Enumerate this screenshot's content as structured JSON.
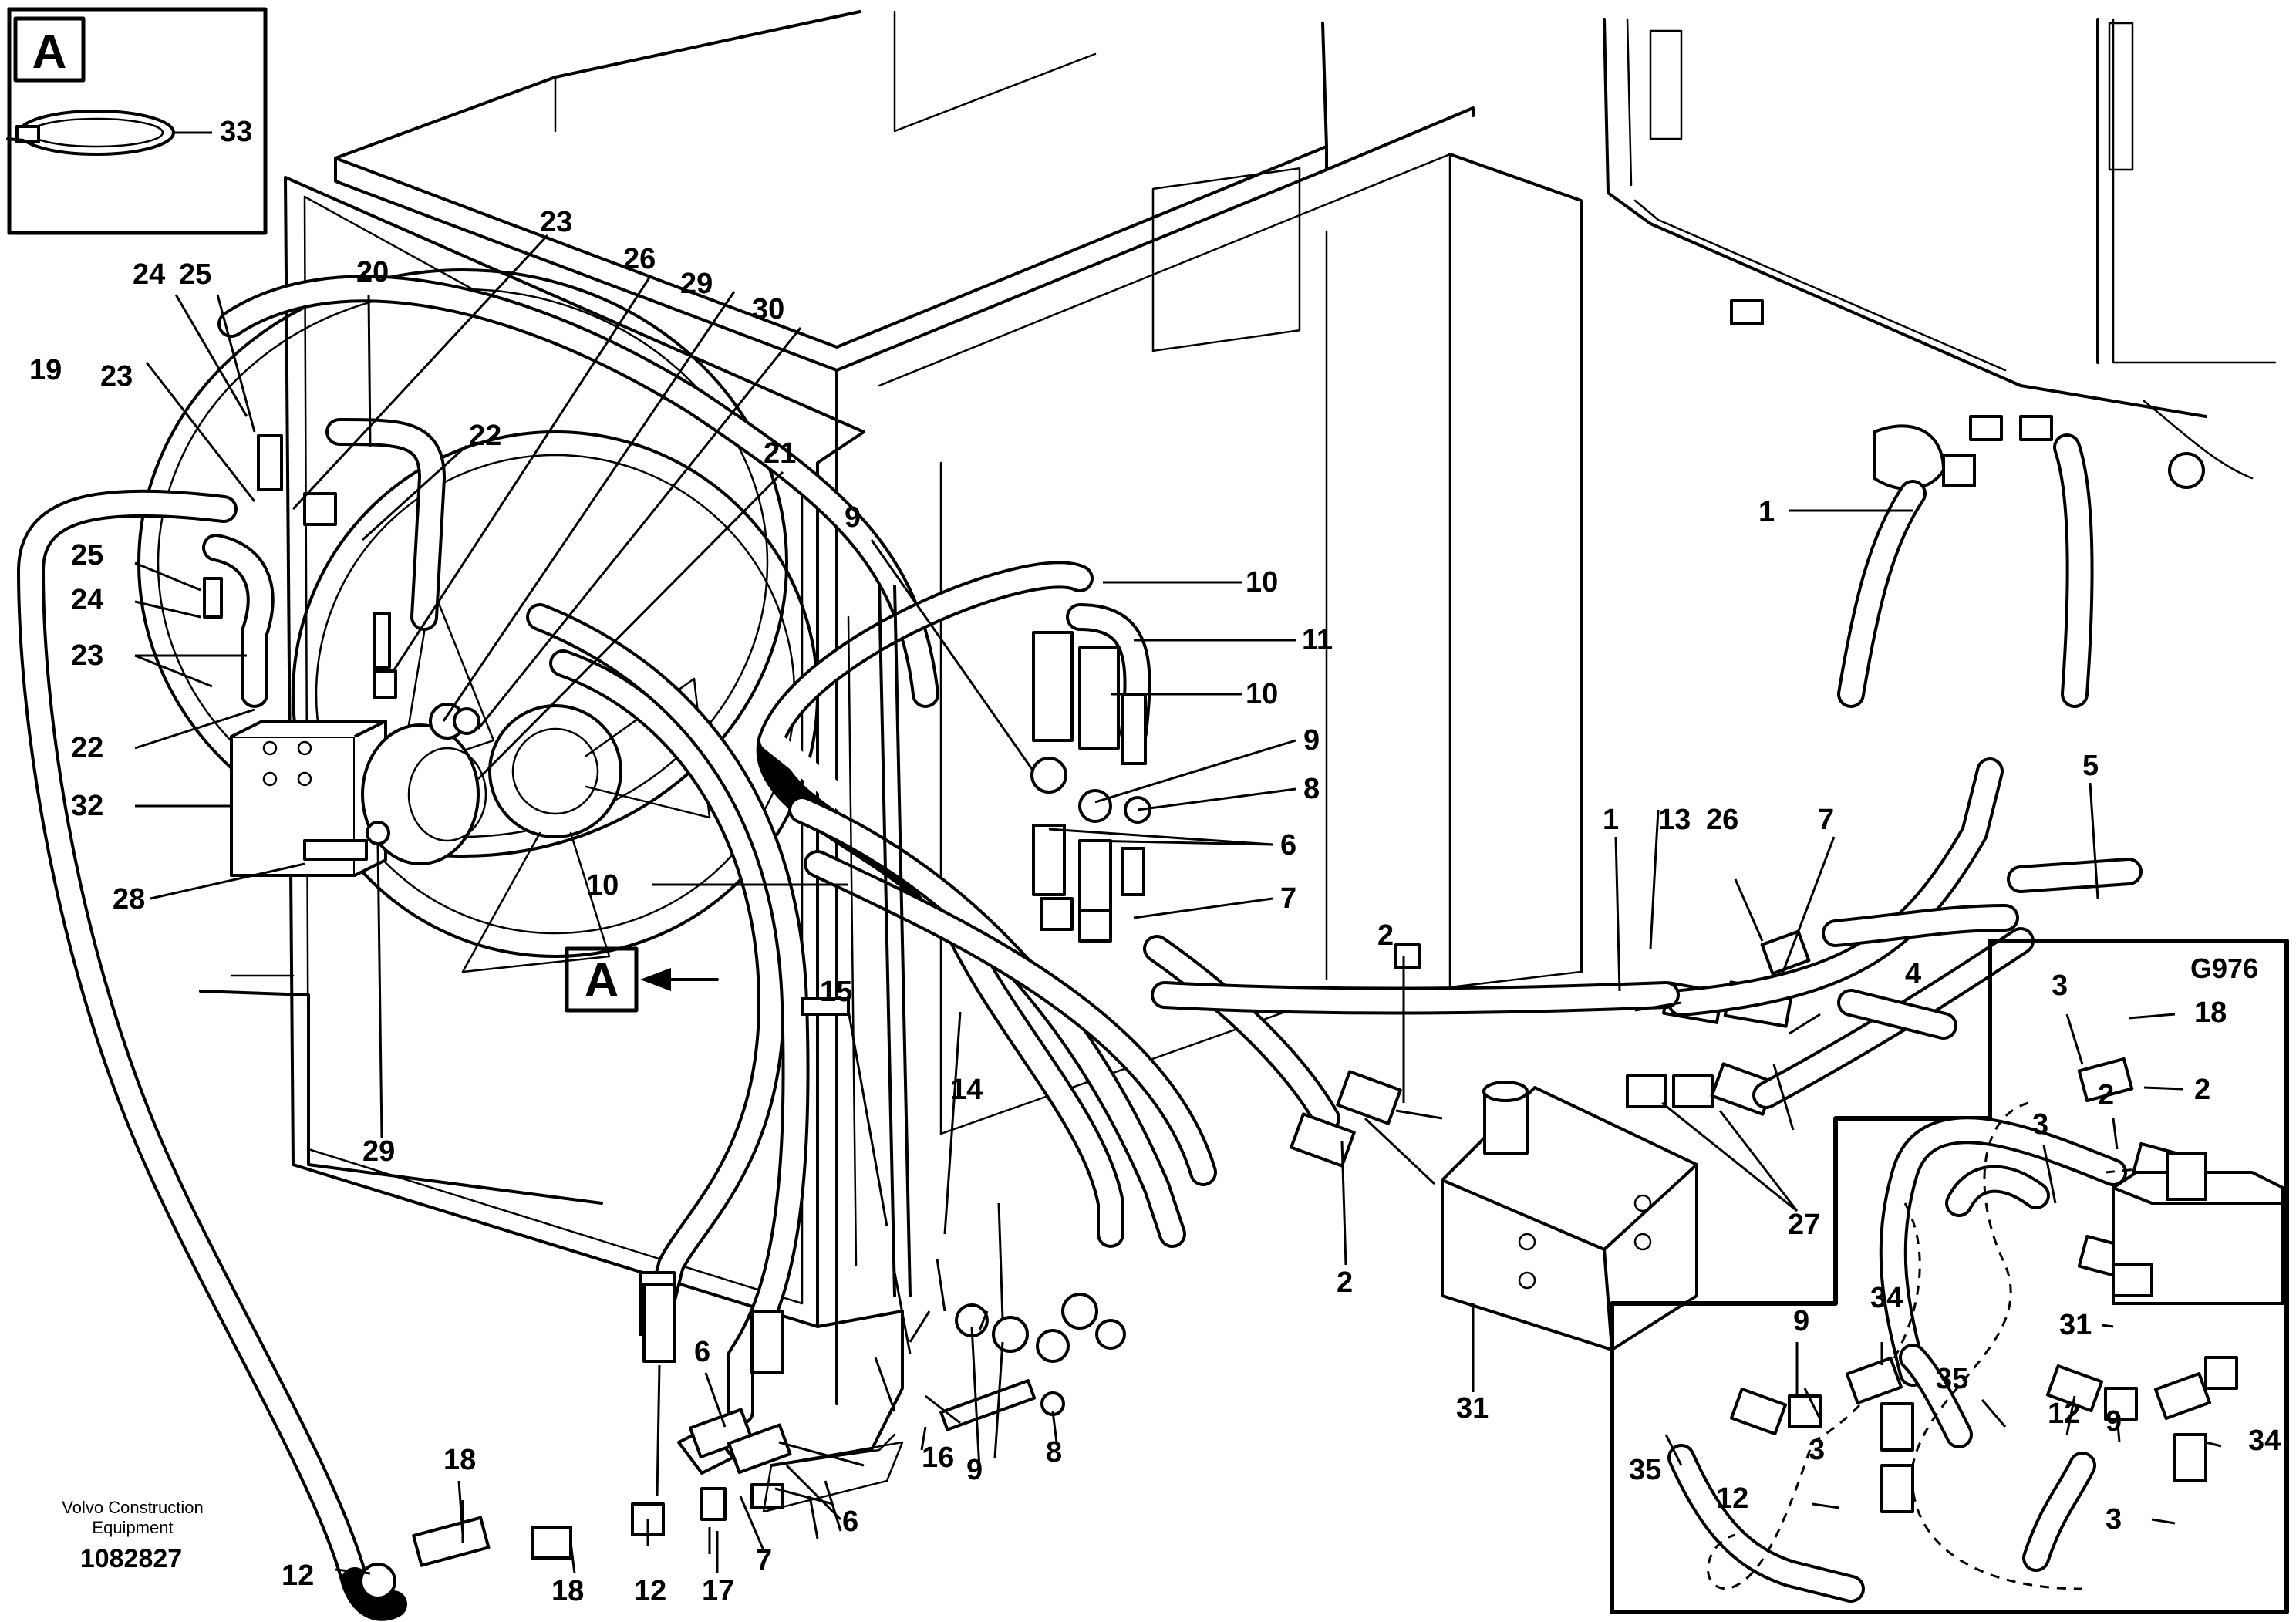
{
  "publisher": {
    "line1": "Volvo Construction",
    "line2": "Equipment",
    "doc_number": "1082827"
  },
  "detail_view": {
    "label": "A",
    "callout": "33"
  },
  "view_marker": "A",
  "inset": {
    "title": "G976",
    "callouts": [
      "3",
      "18",
      "2",
      "3",
      "2",
      "31",
      "35",
      "12",
      "9",
      "34",
      "3",
      "34",
      "9",
      "12",
      "35",
      "3"
    ]
  },
  "top_right_callout": "1",
  "callouts": [
    "23",
    "24",
    "25",
    "20",
    "26",
    "29",
    "30",
    "19",
    "23",
    "22",
    "21",
    "25",
    "24",
    "23",
    "22",
    "32",
    "28",
    "29",
    "9",
    "10",
    "11",
    "10",
    "9",
    "8",
    "6",
    "7",
    "10",
    "15",
    "14",
    "2",
    "1",
    "13",
    "26",
    "7",
    "5",
    "4",
    "27",
    "2",
    "31",
    "6",
    "18",
    "12",
    "17",
    "7",
    "6",
    "16",
    "9",
    "8",
    "12",
    "18"
  ]
}
